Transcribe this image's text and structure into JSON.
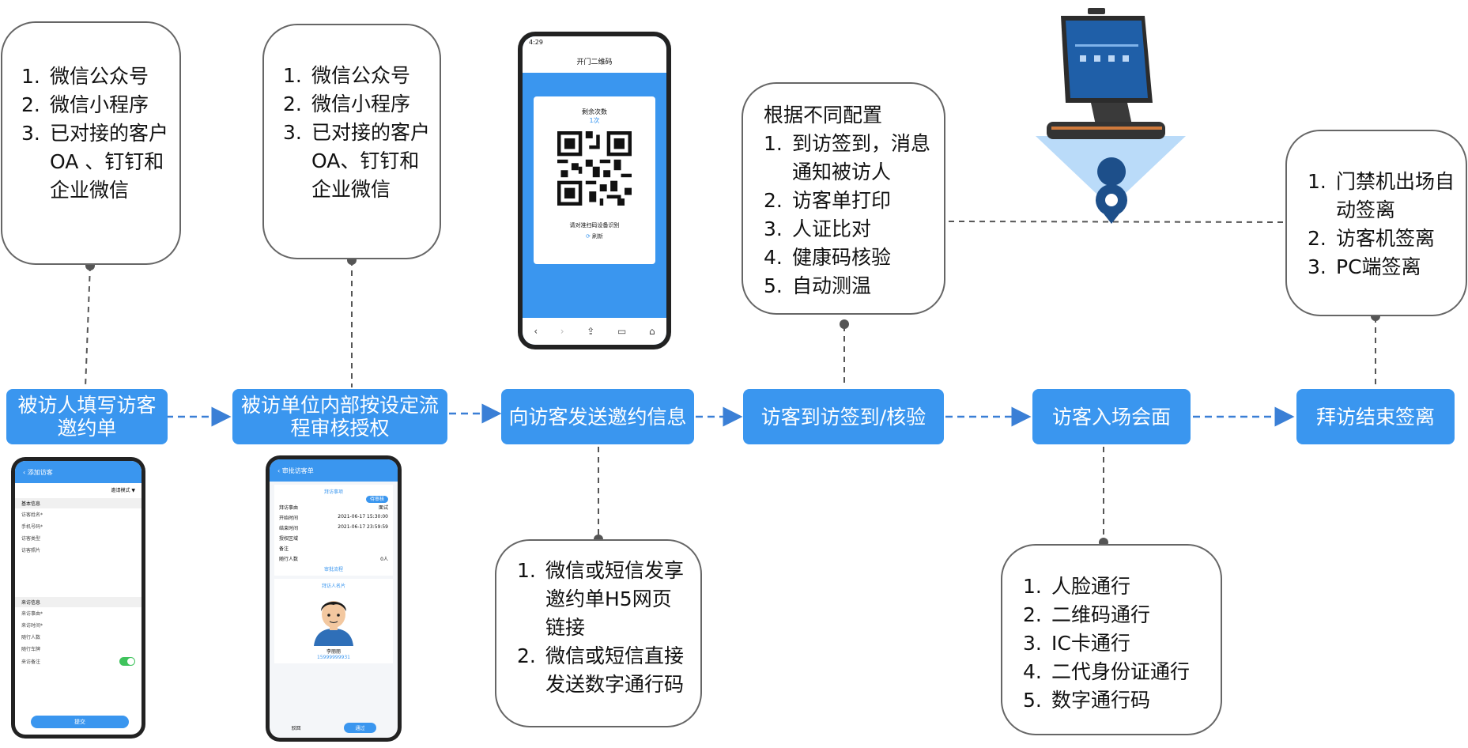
{
  "steps": [
    {
      "label": "被访人填写访客邀约单"
    },
    {
      "label": "被访单位内部按设定流程审核授权"
    },
    {
      "label": "向访客发送邀约信息"
    },
    {
      "label": "访客到访签到/核验"
    },
    {
      "label": "访客入场会面"
    },
    {
      "label": "拜访结束签离"
    }
  ],
  "notes": {
    "n1": {
      "items": [
        {
          "num": "1.",
          "text": "微信公众号"
        },
        {
          "num": "2.",
          "text": "微信小程序"
        },
        {
          "num": "3.",
          "text": "已对接的客户OA 、钉钉和企业微信"
        }
      ]
    },
    "n2": {
      "items": [
        {
          "num": "1.",
          "text": "微信公众号"
        },
        {
          "num": "2.",
          "text": "微信小程序"
        },
        {
          "num": "3.",
          "text": "已对接的客户OA、钉钉和企业微信"
        }
      ]
    },
    "n3": {
      "items": [
        {
          "num": "1.",
          "text": "微信或短信发享邀约单H5网页链接"
        },
        {
          "num": "2.",
          "text": "微信或短信直接发送数字通行码"
        }
      ]
    },
    "n4": {
      "heading": "根据不同配置",
      "items": [
        {
          "num": "1.",
          "text": "到访签到，消息通知被访人"
        },
        {
          "num": "2.",
          "text": "访客单打印"
        },
        {
          "num": "3.",
          "text": "人证比对"
        },
        {
          "num": "4.",
          "text": "健康码核验"
        },
        {
          "num": "5.",
          "text": "自动测温"
        }
      ]
    },
    "n5": {
      "items": [
        {
          "num": "1.",
          "text": "人脸通行"
        },
        {
          "num": "2.",
          "text": "二维码通行"
        },
        {
          "num": "3.",
          "text": "IC卡通行"
        },
        {
          "num": "4.",
          "text": "二代身份证通行"
        },
        {
          "num": "5.",
          "text": " 数字通行码"
        }
      ]
    },
    "n6": {
      "items": [
        {
          "num": "1.",
          "text": "门禁机出场自动签离"
        },
        {
          "num": "2.",
          "text": "访客机签离"
        },
        {
          "num": "3.",
          "text": "PC端签离"
        }
      ]
    }
  },
  "phone_qr": {
    "time": "4:29",
    "title": "开门二维码",
    "count_label": "剩余次数",
    "count_value": "1次",
    "hint": "请对准扫码设备识别",
    "refresh": "刷新"
  },
  "phone_form": {
    "title": "添加访客",
    "mode": "邀请模式 ▼",
    "section1": "基本信息",
    "fields1": [
      "访客姓名*",
      "手机号码*",
      "访客类型",
      "访客照片"
    ],
    "section2": "来访信息",
    "fields2": [
      "来访事由*",
      "来访时间*",
      "随行人数",
      "随行车牌",
      "来访备注"
    ],
    "button": "提交"
  },
  "phone_approval": {
    "title": "审批访客单",
    "section": "拜访事项",
    "status": "待审核",
    "rows": [
      {
        "k": "拜访事由",
        "v": "面试"
      },
      {
        "k": "开始时间",
        "v": "2021-06-17 15:30:00"
      },
      {
        "k": "结束时间",
        "v": "2021-06-17 23:59:59"
      },
      {
        "k": "授权区域",
        "v": ""
      },
      {
        "k": "备注",
        "v": ""
      },
      {
        "k": "随行人数",
        "v": "0人"
      }
    ],
    "flow": "审批流程",
    "visitor_section": "拜访人名片",
    "visitor_name": "李丽丽",
    "visitor_phone": "15999999931",
    "reject": "驳回",
    "approve": "通过"
  },
  "colors": {
    "step_bg": "#3a96ef",
    "pin": "#1d4f8a",
    "dash": "#555555"
  }
}
